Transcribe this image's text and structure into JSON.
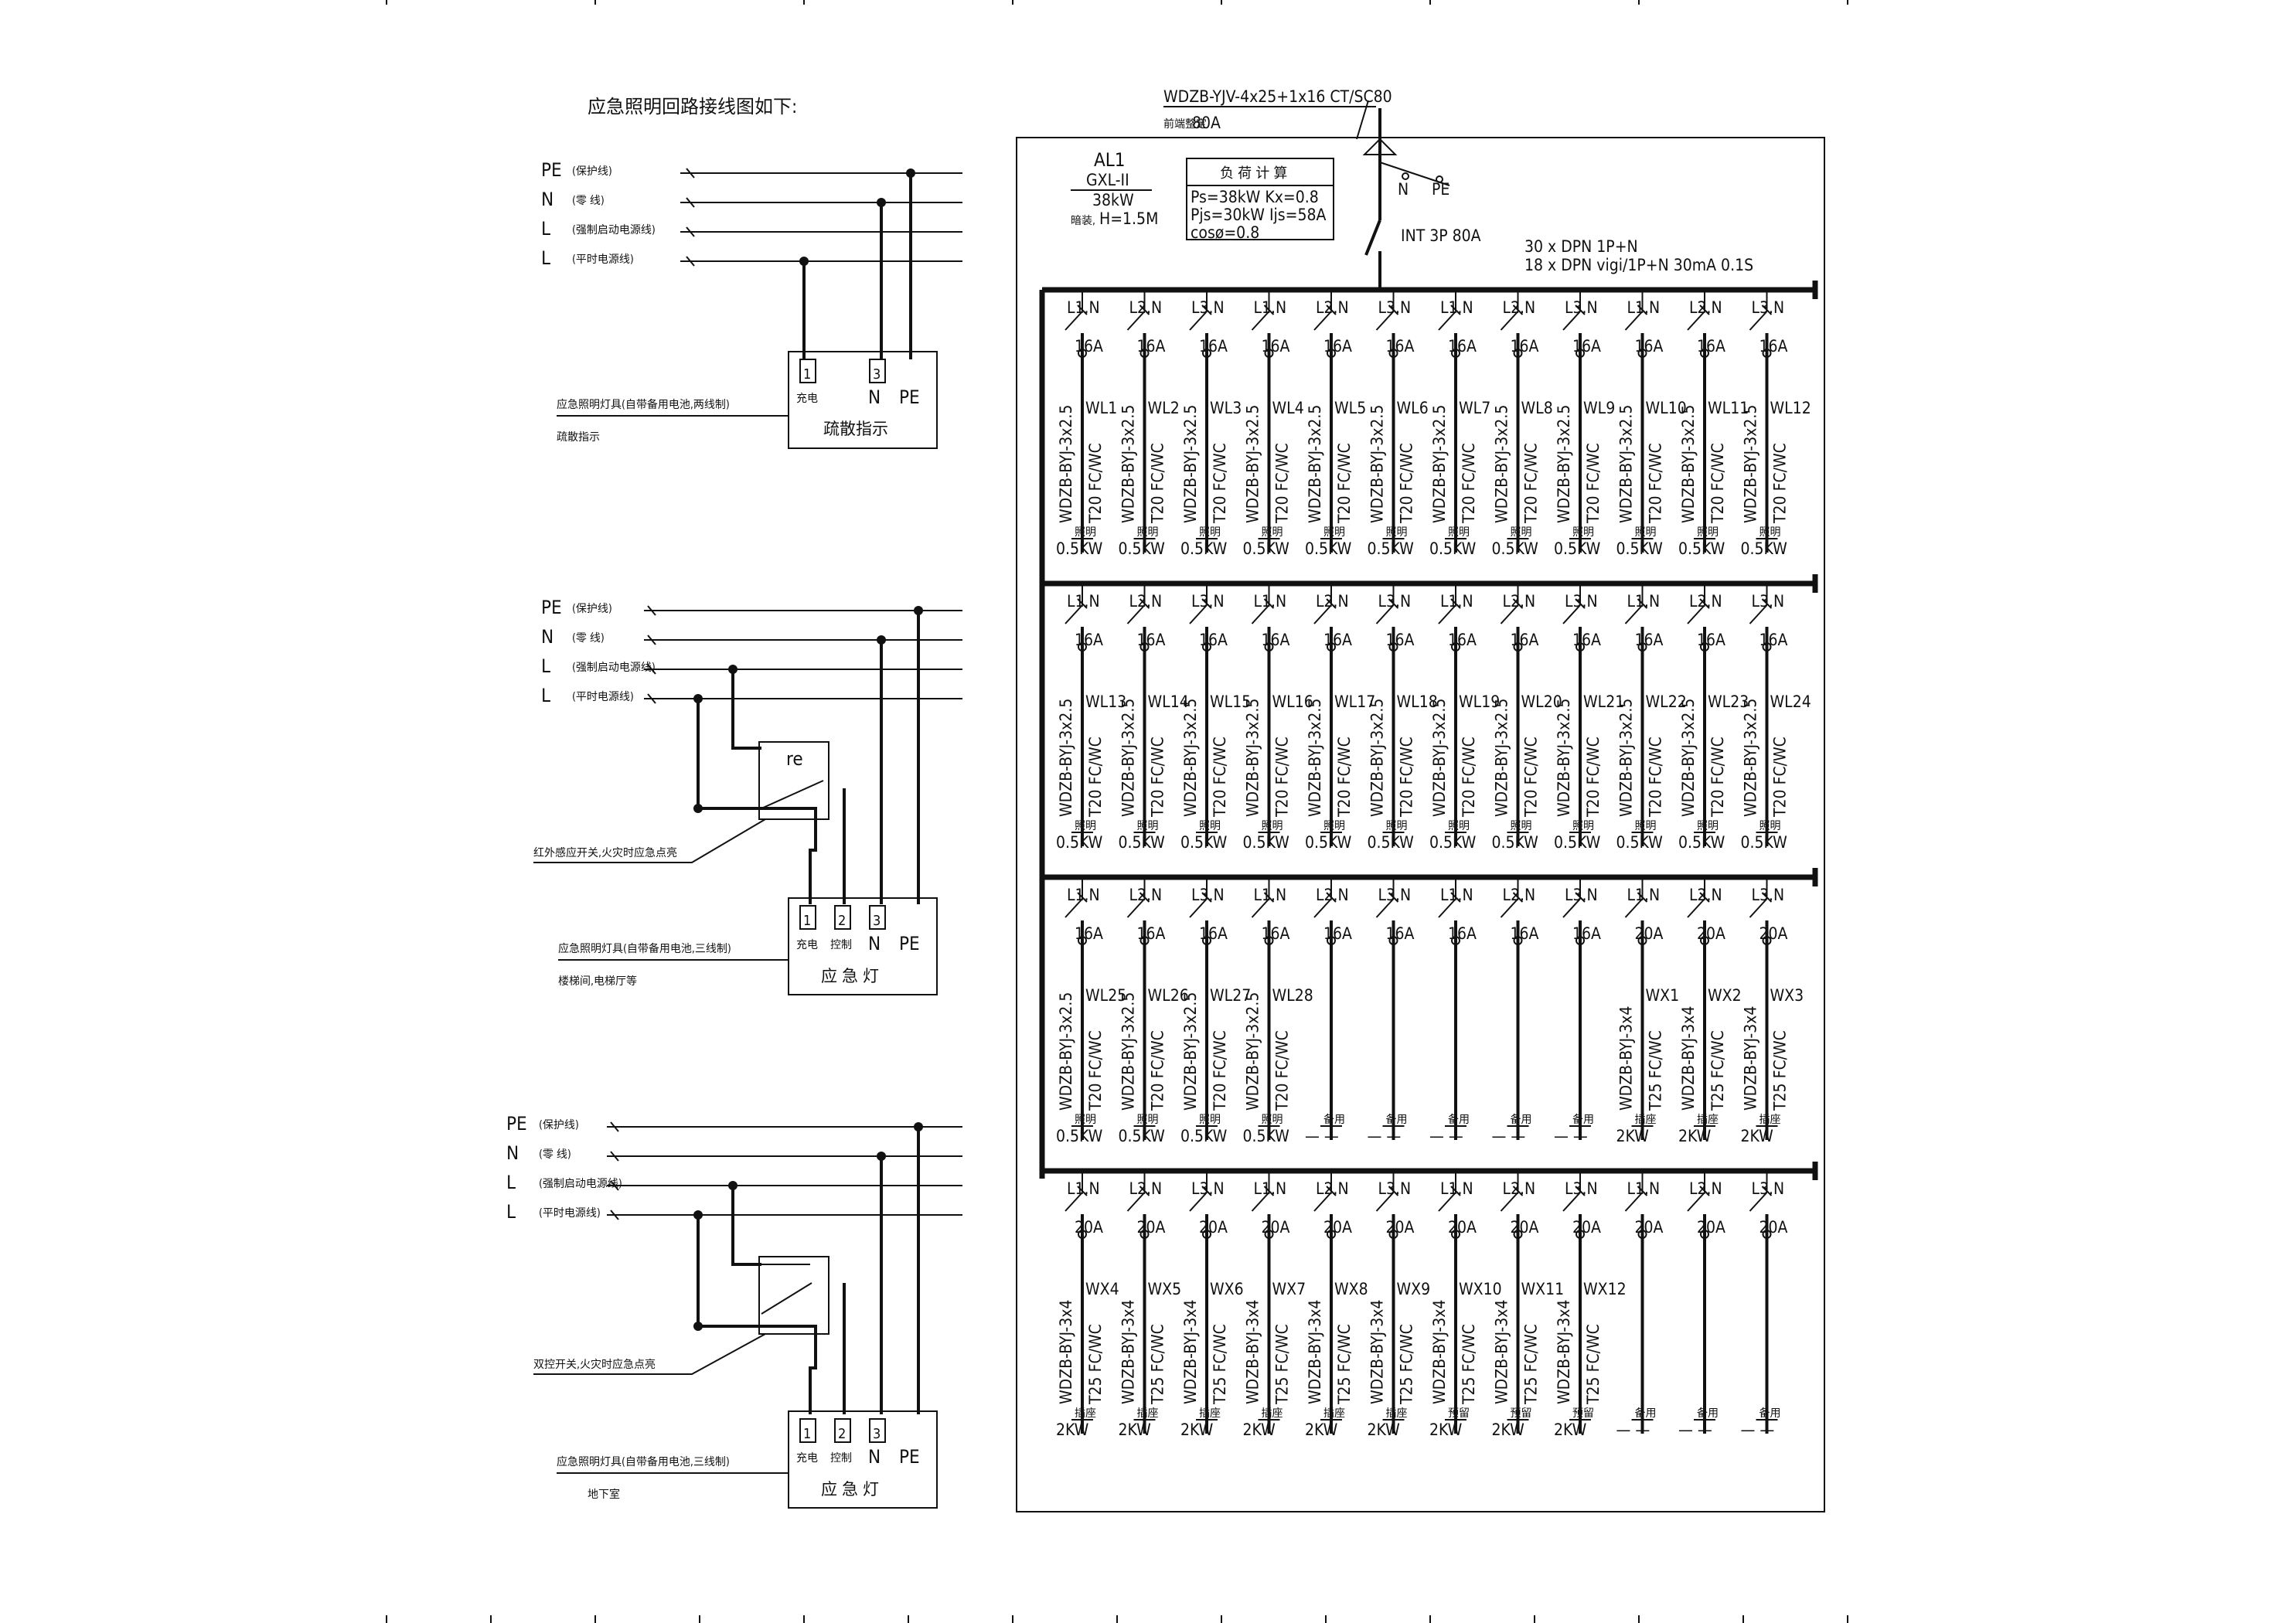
{
  "page": {
    "side_title": "应急照明回路接线图如下:"
  },
  "feeder": {
    "cable": "WDZB-YJV-4x25+1x16 CT/SC80",
    "rating": "80A",
    "rating_prefix": "前端整定",
    "n_label": "N",
    "pe_label": "PE",
    "main_switch": "INT 3P 80A",
    "rcd_line1": "30 x DPN 1P+N",
    "rcd_line2": "18 x DPN vigi/1P+N 30mA 0.1S"
  },
  "panel": {
    "name": "AL1",
    "model": "GXL-II",
    "power": "38kW",
    "mount_prefix": "暗装,",
    "mount": "H=1.5M",
    "load_title": "负 荷 计 算",
    "load_line1": "Ps=38kW Kx=0.8",
    "load_line2": "Pjs=30kW Ijs=58A",
    "load_line3": "cosø=0.8"
  },
  "wiring": {
    "lines": [
      {
        "tag": "PE",
        "desc": "(保护线)"
      },
      {
        "tag": "N",
        "desc": "(零 线)"
      },
      {
        "tag": "L",
        "desc": "(强制启动电源线)"
      },
      {
        "tag": "L",
        "desc": "(平时电源线)"
      }
    ],
    "diagrams": [
      {
        "terminals": [
          "1",
          "3"
        ],
        "terminal_labels": [
          "充电",
          "N",
          "PE"
        ],
        "box_title": "疏散指示",
        "note1": "应急照明灯具(自带备用电池,两线制)",
        "note2": "疏散指示"
      },
      {
        "terminals": [
          "1",
          "2",
          "3"
        ],
        "terminal_labels": [
          "充电",
          "控制",
          "N",
          "PE"
        ],
        "box_title": "应 急 灯",
        "switch_label": "re",
        "switch_note": "红外感应开关,火灾时应急点亮",
        "note1": "应急照明灯具(自带备用电池,三线制)",
        "note2": "楼梯间,电梯厅等"
      },
      {
        "terminals": [
          "1",
          "2",
          "3"
        ],
        "terminal_labels": [
          "充电",
          "控制",
          "N",
          "PE"
        ],
        "box_title": "应 急 灯",
        "switch_label": "",
        "switch_note": "双控开关,火灾时应急点亮",
        "note1": "应急照明灯具(自带备用电池,三线制)",
        "note2": "地下室"
      }
    ]
  },
  "rows": [
    {
      "circuits": [
        {
          "phase": "L1.N",
          "breaker": "16A",
          "id": "WL1",
          "cable": "WDZB-BYJ-3x2.5",
          "conduit": "T20 FC/WC",
          "use": "照明",
          "load": "0.5KW"
        },
        {
          "phase": "L2.N",
          "breaker": "16A",
          "id": "WL2",
          "cable": "WDZB-BYJ-3x2.5",
          "conduit": "T20 FC/WC",
          "use": "照明",
          "load": "0.5KW"
        },
        {
          "phase": "L3.N",
          "breaker": "16A",
          "id": "WL3",
          "cable": "WDZB-BYJ-3x2.5",
          "conduit": "T20 FC/WC",
          "use": "照明",
          "load": "0.5KW"
        },
        {
          "phase": "L1.N",
          "breaker": "16A",
          "id": "WL4",
          "cable": "WDZB-BYJ-3x2.5",
          "conduit": "T20 FC/WC",
          "use": "照明",
          "load": "0.5KW"
        },
        {
          "phase": "L2.N",
          "breaker": "16A",
          "id": "WL5",
          "cable": "WDZB-BYJ-3x2.5",
          "conduit": "T20 FC/WC",
          "use": "照明",
          "load": "0.5KW"
        },
        {
          "phase": "L3.N",
          "breaker": "16A",
          "id": "WL6",
          "cable": "WDZB-BYJ-3x2.5",
          "conduit": "T20 FC/WC",
          "use": "照明",
          "load": "0.5KW"
        },
        {
          "phase": "L1.N",
          "breaker": "16A",
          "id": "WL7",
          "cable": "WDZB-BYJ-3x2.5",
          "conduit": "T20 FC/WC",
          "use": "照明",
          "load": "0.5KW"
        },
        {
          "phase": "L2.N",
          "breaker": "16A",
          "id": "WL8",
          "cable": "WDZB-BYJ-3x2.5",
          "conduit": "T20 FC/WC",
          "use": "照明",
          "load": "0.5KW"
        },
        {
          "phase": "L3.N",
          "breaker": "16A",
          "id": "WL9",
          "cable": "WDZB-BYJ-3x2.5",
          "conduit": "T20 FC/WC",
          "use": "照明",
          "load": "0.5KW"
        },
        {
          "phase": "L1.N",
          "breaker": "16A",
          "id": "WL10",
          "cable": "WDZB-BYJ-3x2.5",
          "conduit": "T20 FC/WC",
          "use": "照明",
          "load": "0.5KW"
        },
        {
          "phase": "L2.N",
          "breaker": "16A",
          "id": "WL11",
          "cable": "WDZB-BYJ-3x2.5",
          "conduit": "T20 FC/WC",
          "use": "照明",
          "load": "0.5KW"
        },
        {
          "phase": "L3.N",
          "breaker": "16A",
          "id": "WL12",
          "cable": "WDZB-BYJ-3x2.5",
          "conduit": "T20 FC/WC",
          "use": "照明",
          "load": "0.5KW"
        }
      ]
    },
    {
      "circuits": [
        {
          "phase": "L1.N",
          "breaker": "16A",
          "id": "WL13",
          "cable": "WDZB-BYJ-3x2.5",
          "conduit": "T20 FC/WC",
          "use": "照明",
          "load": "0.5KW"
        },
        {
          "phase": "L2.N",
          "breaker": "16A",
          "id": "WL14",
          "cable": "WDZB-BYJ-3x2.5",
          "conduit": "T20 FC/WC",
          "use": "照明",
          "load": "0.5KW"
        },
        {
          "phase": "L3.N",
          "breaker": "16A",
          "id": "WL15",
          "cable": "WDZB-BYJ-3x2.5",
          "conduit": "T20 FC/WC",
          "use": "照明",
          "load": "0.5KW"
        },
        {
          "phase": "L1.N",
          "breaker": "16A",
          "id": "WL16",
          "cable": "WDZB-BYJ-3x2.5",
          "conduit": "T20 FC/WC",
          "use": "照明",
          "load": "0.5KW"
        },
        {
          "phase": "L2.N",
          "breaker": "16A",
          "id": "WL17",
          "cable": "WDZB-BYJ-3x2.5",
          "conduit": "T20 FC/WC",
          "use": "照明",
          "load": "0.5KW"
        },
        {
          "phase": "L3.N",
          "breaker": "16A",
          "id": "WL18",
          "cable": "WDZB-BYJ-3x2.5",
          "conduit": "T20 FC/WC",
          "use": "照明",
          "load": "0.5KW"
        },
        {
          "phase": "L1.N",
          "breaker": "16A",
          "id": "WL19",
          "cable": "WDZB-BYJ-3x2.5",
          "conduit": "T20 FC/WC",
          "use": "照明",
          "load": "0.5KW"
        },
        {
          "phase": "L2.N",
          "breaker": "16A",
          "id": "WL20",
          "cable": "WDZB-BYJ-3x2.5",
          "conduit": "T20 FC/WC",
          "use": "照明",
          "load": "0.5KW"
        },
        {
          "phase": "L3.N",
          "breaker": "16A",
          "id": "WL21",
          "cable": "WDZB-BYJ-3x2.5",
          "conduit": "T20 FC/WC",
          "use": "照明",
          "load": "0.5KW"
        },
        {
          "phase": "L1.N",
          "breaker": "16A",
          "id": "WL22",
          "cable": "WDZB-BYJ-3x2.5",
          "conduit": "T20 FC/WC",
          "use": "照明",
          "load": "0.5KW"
        },
        {
          "phase": "L2.N",
          "breaker": "16A",
          "id": "WL23",
          "cable": "WDZB-BYJ-3x2.5",
          "conduit": "T20 FC/WC",
          "use": "照明",
          "load": "0.5KW"
        },
        {
          "phase": "L3.N",
          "breaker": "16A",
          "id": "WL24",
          "cable": "WDZB-BYJ-3x2.5",
          "conduit": "T20 FC/WC",
          "use": "照明",
          "load": "0.5KW"
        }
      ]
    },
    {
      "circuits": [
        {
          "phase": "L1.N",
          "breaker": "16A",
          "id": "WL25",
          "cable": "WDZB-BYJ-3x2.5",
          "conduit": "T20 FC/WC",
          "use": "照明",
          "load": "0.5KW"
        },
        {
          "phase": "L2.N",
          "breaker": "16A",
          "id": "WL26",
          "cable": "WDZB-BYJ-3x2.5",
          "conduit": "T20 FC/WC",
          "use": "照明",
          "load": "0.5KW"
        },
        {
          "phase": "L3.N",
          "breaker": "16A",
          "id": "WL27",
          "cable": "WDZB-BYJ-3x2.5",
          "conduit": "T20 FC/WC",
          "use": "照明",
          "load": "0.5KW"
        },
        {
          "phase": "L1.N",
          "breaker": "16A",
          "id": "WL28",
          "cable": "WDZB-BYJ-3x2.5",
          "conduit": "T20 FC/WC",
          "use": "照明",
          "load": "0.5KW"
        },
        {
          "phase": "L2.N",
          "breaker": "16A",
          "id": "",
          "cable": "",
          "conduit": "",
          "use": "备用",
          "load": "— —"
        },
        {
          "phase": "L3.N",
          "breaker": "16A",
          "id": "",
          "cable": "",
          "conduit": "",
          "use": "备用",
          "load": "— —"
        },
        {
          "phase": "L1.N",
          "breaker": "16A",
          "id": "",
          "cable": "",
          "conduit": "",
          "use": "备用",
          "load": "— —"
        },
        {
          "phase": "L2.N",
          "breaker": "16A",
          "id": "",
          "cable": "",
          "conduit": "",
          "use": "备用",
          "load": "— —"
        },
        {
          "phase": "L3.N",
          "breaker": "16A",
          "id": "",
          "cable": "",
          "conduit": "",
          "use": "备用",
          "load": "— —"
        },
        {
          "phase": "L1.N",
          "breaker": "20A",
          "id": "WX1",
          "cable": "WDZB-BYJ-3x4",
          "conduit": "T25 FC/WC",
          "use": "插座",
          "load": "2KW"
        },
        {
          "phase": "L2.N",
          "breaker": "20A",
          "id": "WX2",
          "cable": "WDZB-BYJ-3x4",
          "conduit": "T25 FC/WC",
          "use": "插座",
          "load": "2KW"
        },
        {
          "phase": "L3.N",
          "breaker": "20A",
          "id": "WX3",
          "cable": "WDZB-BYJ-3x4",
          "conduit": "T25 FC/WC",
          "use": "插座",
          "load": "2KW"
        }
      ]
    },
    {
      "circuits": [
        {
          "phase": "L1.N",
          "breaker": "20A",
          "id": "WX4",
          "cable": "WDZB-BYJ-3x4",
          "conduit": "T25 FC/WC",
          "use": "插座",
          "load": "2KW"
        },
        {
          "phase": "L2.N",
          "breaker": "20A",
          "id": "WX5",
          "cable": "WDZB-BYJ-3x4",
          "conduit": "T25 FC/WC",
          "use": "插座",
          "load": "2KW"
        },
        {
          "phase": "L3.N",
          "breaker": "20A",
          "id": "WX6",
          "cable": "WDZB-BYJ-3x4",
          "conduit": "T25 FC/WC",
          "use": "插座",
          "load": "2KW"
        },
        {
          "phase": "L1.N",
          "breaker": "20A",
          "id": "WX7",
          "cable": "WDZB-BYJ-3x4",
          "conduit": "T25 FC/WC",
          "use": "插座",
          "load": "2KW"
        },
        {
          "phase": "L2.N",
          "breaker": "20A",
          "id": "WX8",
          "cable": "WDZB-BYJ-3x4",
          "conduit": "T25 FC/WC",
          "use": "插座",
          "load": "2KW"
        },
        {
          "phase": "L3.N",
          "breaker": "20A",
          "id": "WX9",
          "cable": "WDZB-BYJ-3x4",
          "conduit": "T25 FC/WC",
          "use": "插座",
          "load": "2KW"
        },
        {
          "phase": "L1.N",
          "breaker": "20A",
          "id": "WX10",
          "cable": "WDZB-BYJ-3x4",
          "conduit": "T25 FC/WC",
          "use": "预留",
          "load": "2KW"
        },
        {
          "phase": "L2.N",
          "breaker": "20A",
          "id": "WX11",
          "cable": "WDZB-BYJ-3x4",
          "conduit": "T25 FC/WC",
          "use": "预留",
          "load": "2KW"
        },
        {
          "phase": "L3.N",
          "breaker": "20A",
          "id": "WX12",
          "cable": "WDZB-BYJ-3x4",
          "conduit": "T25 FC/WC",
          "use": "预留",
          "load": "2KW"
        },
        {
          "phase": "L1.N",
          "breaker": "20A",
          "id": "",
          "cable": "",
          "conduit": "",
          "use": "备用",
          "load": "— —"
        },
        {
          "phase": "L2.N",
          "breaker": "20A",
          "id": "",
          "cable": "",
          "conduit": "",
          "use": "备用",
          "load": "— —"
        },
        {
          "phase": "L3.N",
          "breaker": "20A",
          "id": "",
          "cable": "",
          "conduit": "",
          "use": "备用",
          "load": "— —"
        }
      ]
    }
  ]
}
